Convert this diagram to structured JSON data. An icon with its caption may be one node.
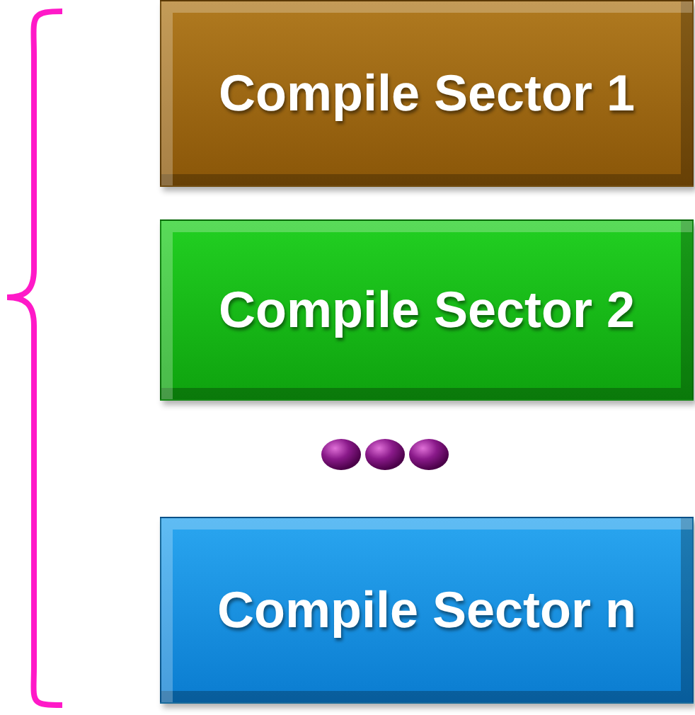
{
  "diagram": {
    "nodes": [
      {
        "text": [
          "Compile Sector 1"
        ]
      },
      {
        "text": [
          "Compile Sector 2"
        ]
      },
      {
        "text": [
          "Compile Sector n"
        ]
      }
    ]
  }
}
